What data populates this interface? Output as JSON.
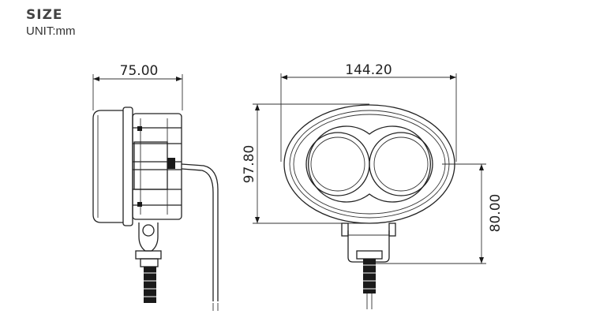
{
  "header": {
    "title": "SIZE",
    "unit": "UNIT:mm"
  },
  "dimensions": {
    "side_width": "75.00",
    "front_width": "144.20",
    "front_height": "97.80",
    "lens_height": "80.00"
  }
}
